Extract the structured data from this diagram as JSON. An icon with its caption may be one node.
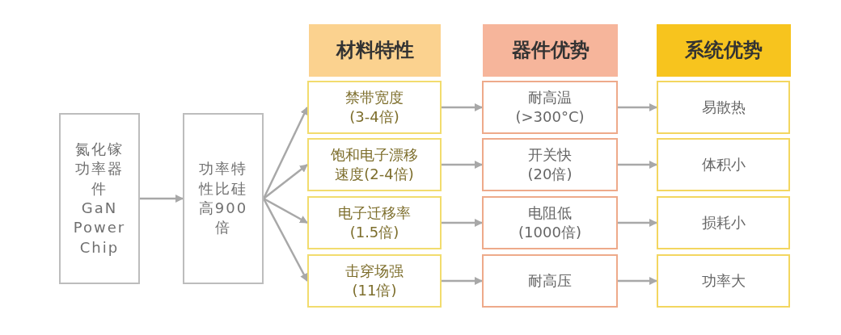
{
  "diagram": {
    "nodes": [
      {
        "text": [
          "氮化镓功率器件",
          "GaN Power Chip"
        ]
      },
      {
        "text": [
          "功率特性比硅高900倍"
        ]
      },
      {
        "text": [
          "材料特性"
        ]
      },
      {
        "text": [
          "器件优势"
        ]
      },
      {
        "text": [
          "系统优势"
        ]
      },
      {
        "text": [
          "禁带宽度",
          "(3-4倍)"
        ]
      },
      {
        "text": [
          "饱和电子漂移",
          "速度(2-4倍)"
        ]
      },
      {
        "text": [
          "电子迁移率",
          "(1.5倍)"
        ]
      },
      {
        "text": [
          "击穿场强",
          "(11倍)"
        ]
      },
      {
        "text": [
          "耐高温",
          "(>300°C)"
        ]
      },
      {
        "text": [
          "开关快",
          "(20倍)"
        ]
      },
      {
        "text": [
          "电阻低",
          "(1000倍)"
        ]
      },
      {
        "text": [
          "耐高压"
        ]
      },
      {
        "text": [
          "易散热"
        ]
      },
      {
        "text": [
          "体积小"
        ]
      },
      {
        "text": [
          "损耗小"
        ]
      },
      {
        "text": [
          "功率大"
        ]
      }
    ],
    "edges": [
      {
        "from": 0,
        "to": 1,
        "arrow": "to"
      },
      {
        "from": 1,
        "to": 5,
        "arrow": "to"
      },
      {
        "from": 1,
        "to": 6,
        "arrow": "to"
      },
      {
        "from": 1,
        "to": 7,
        "arrow": "to"
      },
      {
        "from": 1,
        "to": 8,
        "arrow": "to"
      },
      {
        "from": 5,
        "to": 9,
        "arrow": "to"
      },
      {
        "from": 6,
        "to": 10,
        "arrow": "to"
      },
      {
        "from": 7,
        "to": 11,
        "arrow": "to"
      },
      {
        "from": 8,
        "to": 12,
        "arrow": "to"
      },
      {
        "from": 9,
        "to": 13,
        "arrow": "to"
      },
      {
        "from": 10,
        "to": 14,
        "arrow": "to"
      },
      {
        "from": 11,
        "to": 15,
        "arrow": "to"
      },
      {
        "from": 12,
        "to": 16,
        "arrow": "to"
      }
    ]
  }
}
